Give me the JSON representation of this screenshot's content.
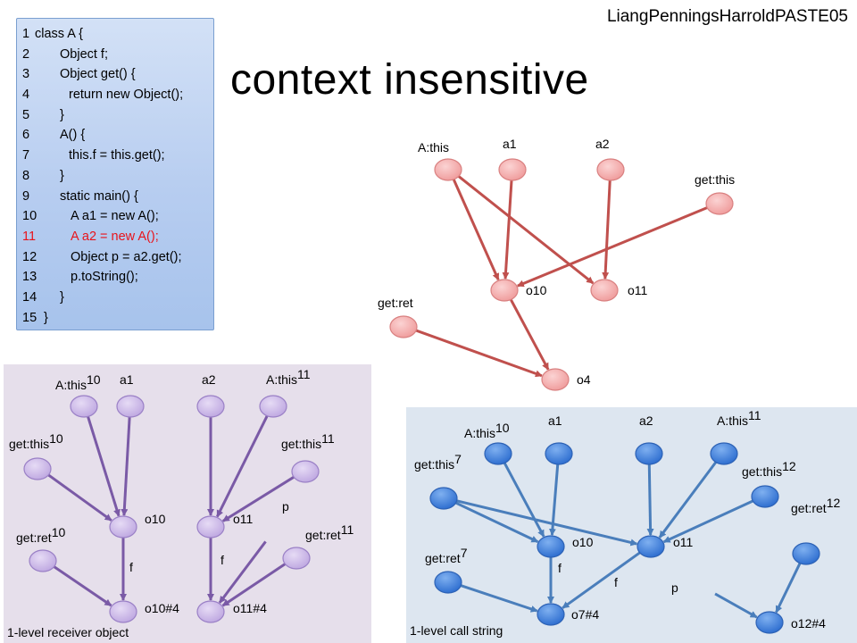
{
  "header": {
    "tag": "LiangPenningsHarroldPASTE05"
  },
  "title": "context insensitive",
  "code": {
    "lines": [
      {
        "n": "1",
        "text": "class A {"
      },
      {
        "n": "2",
        "text": "Object f;"
      },
      {
        "n": "3",
        "text": "Object get() {"
      },
      {
        "n": "4",
        "text": "return new Object();"
      },
      {
        "n": "5",
        "text": "}"
      },
      {
        "n": "6",
        "text": "A() {"
      },
      {
        "n": "7",
        "text": "this.f = this.get();"
      },
      {
        "n": "8",
        "text": "}"
      },
      {
        "n": "9",
        "text": "static main() {"
      },
      {
        "n": "10",
        "text": "A a1 = new A();"
      },
      {
        "n": "11",
        "text": "A a2 = new A();"
      },
      {
        "n": "12",
        "text": "Object p = a2.get();"
      },
      {
        "n": "13",
        "text": "p.toString();"
      },
      {
        "n": "14",
        "text": "}"
      },
      {
        "n": "15",
        "text": "}"
      }
    ],
    "highlight_line": "11",
    "highlight_color": "#e8141b"
  },
  "colors": {
    "red_node": "#f4a7a7",
    "red_edge": "#c0504d",
    "purple_node": "#c9b3e6",
    "purple_edge": "#7a5aa6",
    "blue_node": "#4a86e0",
    "blue_edge": "#4a7ebb"
  },
  "graphs": {
    "insensitive": {
      "nodes": [
        {
          "id": "A:this",
          "label": "A:this"
        },
        {
          "id": "a1",
          "label": "a1"
        },
        {
          "id": "a2",
          "label": "a2"
        },
        {
          "id": "get:this",
          "label": "get:this"
        },
        {
          "id": "o10",
          "label": "o10"
        },
        {
          "id": "o11",
          "label": "o11"
        },
        {
          "id": "get:ret",
          "label": "get:ret"
        },
        {
          "id": "o4",
          "label": "o4"
        }
      ],
      "edges": [
        [
          "A:this",
          "o10"
        ],
        [
          "A:this",
          "o11"
        ],
        [
          "a1",
          "o10"
        ],
        [
          "a2",
          "o11"
        ],
        [
          "get:this",
          "o10"
        ],
        [
          "o10",
          "o4"
        ],
        [
          "get:ret",
          "o4"
        ]
      ]
    },
    "receiver": {
      "caption": "1-level receiver object",
      "nodes": [
        {
          "id": "A:this10",
          "label": "A:this",
          "sup": "10"
        },
        {
          "id": "a1",
          "label": "a1",
          "sup": ""
        },
        {
          "id": "a2",
          "label": "a2",
          "sup": ""
        },
        {
          "id": "A:this11",
          "label": "A:this",
          "sup": "11"
        },
        {
          "id": "get:this10",
          "label": "get:this",
          "sup": "10"
        },
        {
          "id": "get:this11",
          "label": "get:this",
          "sup": "11"
        },
        {
          "id": "o10",
          "label": "o10",
          "sup": ""
        },
        {
          "id": "o11",
          "label": "o11",
          "sup": ""
        },
        {
          "id": "get:ret10",
          "label": "get:ret",
          "sup": "10"
        },
        {
          "id": "get:ret11",
          "label": "get:ret",
          "sup": "11"
        },
        {
          "id": "o10#4",
          "label": "o10#4",
          "sup": ""
        },
        {
          "id": "o11#4",
          "label": "o11#4",
          "sup": ""
        }
      ],
      "edge_labels": {
        "p": "p",
        "f1": "f",
        "f2": "f"
      },
      "edges": [
        [
          "A:this10",
          "o10"
        ],
        [
          "a1",
          "o10"
        ],
        [
          "get:this10",
          "o10"
        ],
        [
          "o10",
          "o10#4"
        ],
        [
          "get:ret10",
          "o10#4"
        ],
        [
          "a2",
          "o11"
        ],
        [
          "A:this11",
          "o11"
        ],
        [
          "get:this11",
          "o11"
        ],
        [
          "o11",
          "o11#4"
        ],
        [
          "get:ret11",
          "o11#4"
        ],
        [
          "p",
          "o11#4"
        ]
      ]
    },
    "callstring": {
      "caption": "1-level call string",
      "nodes": [
        {
          "id": "A:this10",
          "label": "A:this",
          "sup": "10"
        },
        {
          "id": "a1",
          "label": "a1",
          "sup": ""
        },
        {
          "id": "a2",
          "label": "a2",
          "sup": ""
        },
        {
          "id": "A:this11",
          "label": "A:this",
          "sup": "11"
        },
        {
          "id": "get:this7",
          "label": "get:this",
          "sup": "7"
        },
        {
          "id": "get:this12",
          "label": "get:this",
          "sup": "12"
        },
        {
          "id": "get:ret12",
          "label": "get:ret",
          "sup": "12"
        },
        {
          "id": "o10",
          "label": "o10",
          "sup": ""
        },
        {
          "id": "o11",
          "label": "o11",
          "sup": ""
        },
        {
          "id": "get:ret7",
          "label": "get:ret",
          "sup": "7"
        },
        {
          "id": "o7#4",
          "label": "o7#4",
          "sup": ""
        },
        {
          "id": "o12#4",
          "label": "o12#4",
          "sup": ""
        }
      ],
      "edge_labels": {
        "p": "p",
        "f1": "f",
        "f2": "f"
      },
      "edges": [
        [
          "A:this10",
          "o10"
        ],
        [
          "a1",
          "o10"
        ],
        [
          "get:this7",
          "o10"
        ],
        [
          "get:this7",
          "o11"
        ],
        [
          "a2",
          "o11"
        ],
        [
          "A:this11",
          "o11"
        ],
        [
          "get:this12",
          "o11"
        ],
        [
          "o10",
          "o7#4"
        ],
        [
          "o11",
          "o7#4"
        ],
        [
          "get:ret7",
          "o7#4"
        ],
        [
          "p",
          "o12#4"
        ],
        [
          "get:ret12",
          "o12#4"
        ]
      ]
    }
  }
}
